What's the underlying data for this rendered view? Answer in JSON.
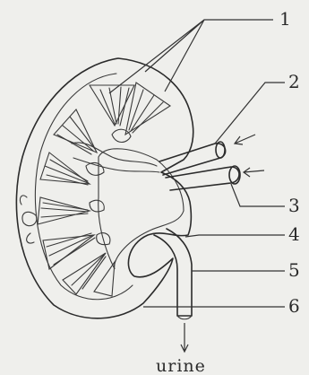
{
  "labels": {
    "l1": "1",
    "l2": "2",
    "l3": "3",
    "l4": "4",
    "l5": "5",
    "l6": "6"
  },
  "caption": "urine",
  "colors": {
    "background": "#efefec",
    "ink": "#2b2b2b"
  }
}
